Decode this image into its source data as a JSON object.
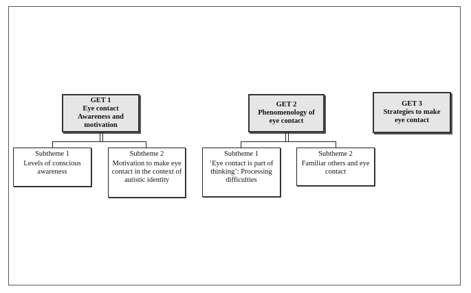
{
  "get1": {
    "title": "GET 1",
    "lines": [
      "Eye contact",
      "Awareness and",
      "motivation"
    ]
  },
  "get2": {
    "title": "GET 2",
    "lines": [
      "Phenomenology of",
      "eye contact"
    ]
  },
  "get3": {
    "title": "GET 3",
    "lines": [
      "Strategies to make",
      "eye contact"
    ]
  },
  "get1_subthemes": [
    {
      "head": "Subtheme 1",
      "text": "Levels of conscious awareness"
    },
    {
      "head": "Subtheme 2",
      "text": "Motivation to make eye contact in the context of autistic identity"
    }
  ],
  "get2_subthemes": [
    {
      "head": "Subtheme 1",
      "text": "‘Eye contact is part of thinking’: Processing difficulties"
    },
    {
      "head": "Subtheme 2",
      "text": "Familiar others and eye contact"
    }
  ]
}
